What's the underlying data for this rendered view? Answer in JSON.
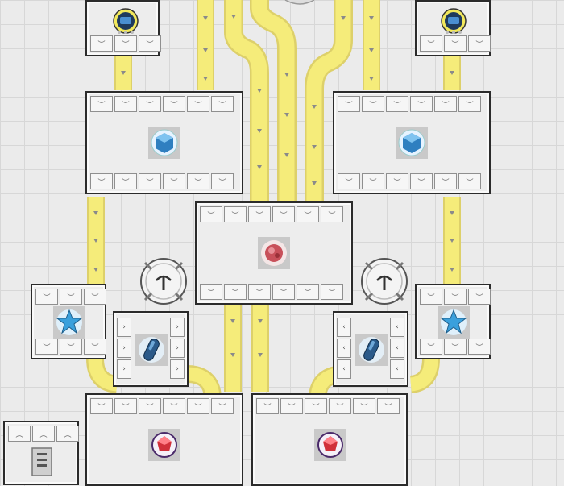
{
  "game": {
    "view": "factory-layout",
    "buildings": [
      {
        "id": "top-left-assembler",
        "item": "processor-chip-icon"
      },
      {
        "id": "top-right-assembler",
        "item": "processor-chip-icon"
      },
      {
        "id": "left-constructor",
        "item": "blue-cube-icon"
      },
      {
        "id": "right-constructor",
        "item": "blue-cube-icon"
      },
      {
        "id": "center-smelter",
        "item": "red-ore-icon"
      },
      {
        "id": "left-star-maker",
        "item": "blue-star-icon"
      },
      {
        "id": "right-star-maker",
        "item": "blue-star-icon"
      },
      {
        "id": "left-capsule-maker",
        "item": "blue-capsule-icon"
      },
      {
        "id": "right-capsule-maker",
        "item": "blue-capsule-icon"
      },
      {
        "id": "bottom-left-refinery",
        "item": "red-crystal-icon"
      },
      {
        "id": "bottom-right-refinery",
        "item": "red-crystal-icon"
      }
    ],
    "colors": {
      "belt": "#f5ec7a",
      "frame": "#2b2b2b",
      "slot": "#f6f6f6"
    }
  }
}
